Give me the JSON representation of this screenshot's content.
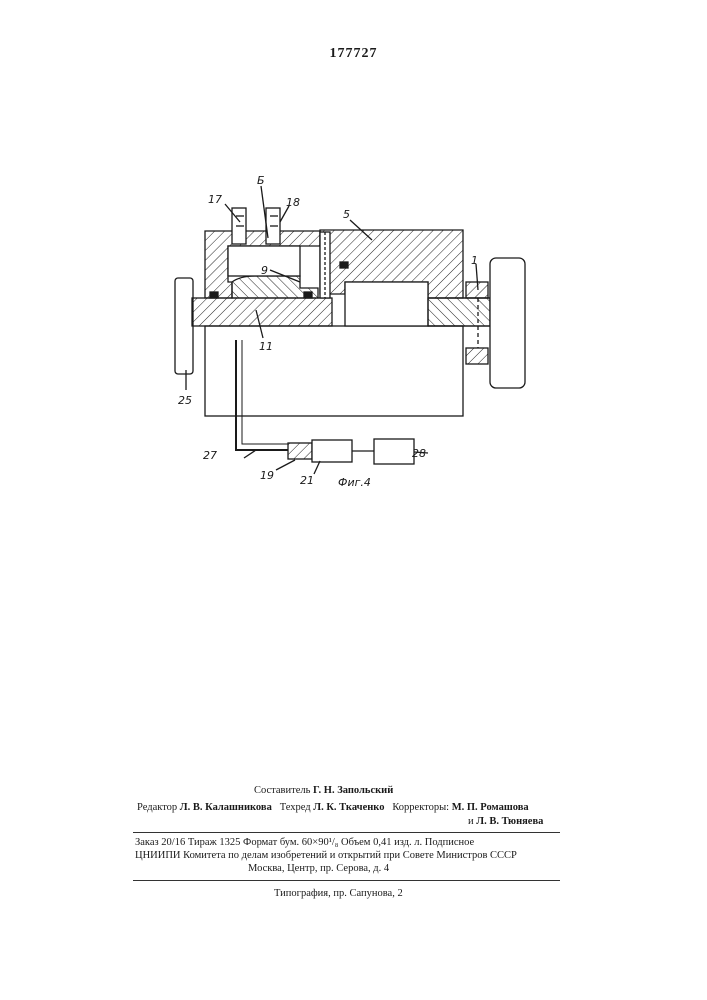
{
  "page_number": "177727",
  "figure": {
    "caption": "Фиг.4",
    "callouts": {
      "c_b": "Б",
      "c17": "17",
      "c18": "18",
      "c5": "5",
      "c9": "9",
      "c1": "1",
      "c11": "11",
      "c25": "25",
      "c27": "27",
      "c19": "19",
      "c21": "21",
      "c28": "28"
    }
  },
  "imprint": {
    "compiler_label": "Составитель",
    "compiler_name": "Г. Н. Запольский",
    "editor_label": "Редактор",
    "editor_name": "Л. В. Калашникова",
    "techred_label": "Техред",
    "techred_name": "Л. К. Ткаченко",
    "correctors_label": "Корректоры:",
    "corrector1": "М. П. Ромашова",
    "corrector2_prefix": "и",
    "corrector2": "Л. В. Тюняева",
    "order_line": "Заказ 20/16     Тираж 1325     Формат бум. 60×90¹/₈     Объем 0,41 изд. л. Подписное",
    "institute_line": "ЦНИИПИ Комитета по делам изобретений и открытий при Совете Министров СССР",
    "address_line": "Москва, Центр, пр. Серова, д. 4",
    "printing_line": "Типография, пр. Сапунова, 2"
  }
}
